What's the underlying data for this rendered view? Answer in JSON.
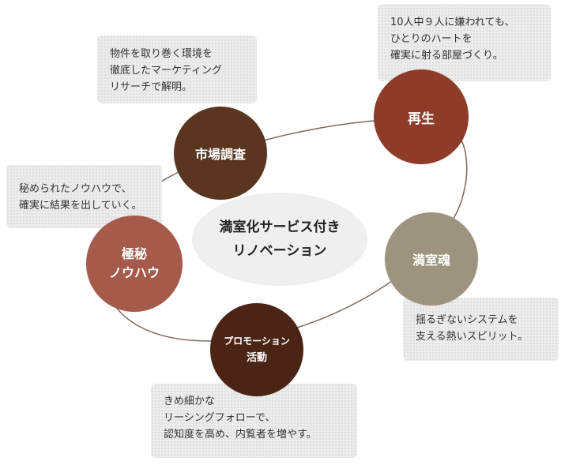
{
  "diagram": {
    "center": {
      "line1": "満室化サービス付き",
      "line2": "リノベーション"
    },
    "nodes": {
      "saisei": {
        "label": "再生",
        "color": "#8f3b2a"
      },
      "shijou": {
        "label": "市場調査",
        "color": "#5a3520"
      },
      "gokuhi": {
        "line1": "極秘",
        "line2": "ノウハウ",
        "color": "#a55a4c"
      },
      "promo": {
        "line1": "プロモーション",
        "line2": "活動",
        "color": "#4a2515"
      },
      "manshitsu": {
        "label": "満室魂",
        "color": "#9d9480"
      }
    },
    "notes": {
      "saisei": "10人中９人に嫌われても、\nひとりのハートを\n確実に射る部屋づくり。",
      "shijou": "物件を取り巻く環境を\n徹底したマーケティング\nリサーチで解明。",
      "gokuhi": "秘められたノウハウで、\n確実に結果を出していく。",
      "promo": "きめ細かな\nリーシングフォローで、\n認知度を高め、内覧者を増やす。",
      "manshitsu": "揺るぎないシステムを\n支える熱いスピリット。"
    }
  }
}
